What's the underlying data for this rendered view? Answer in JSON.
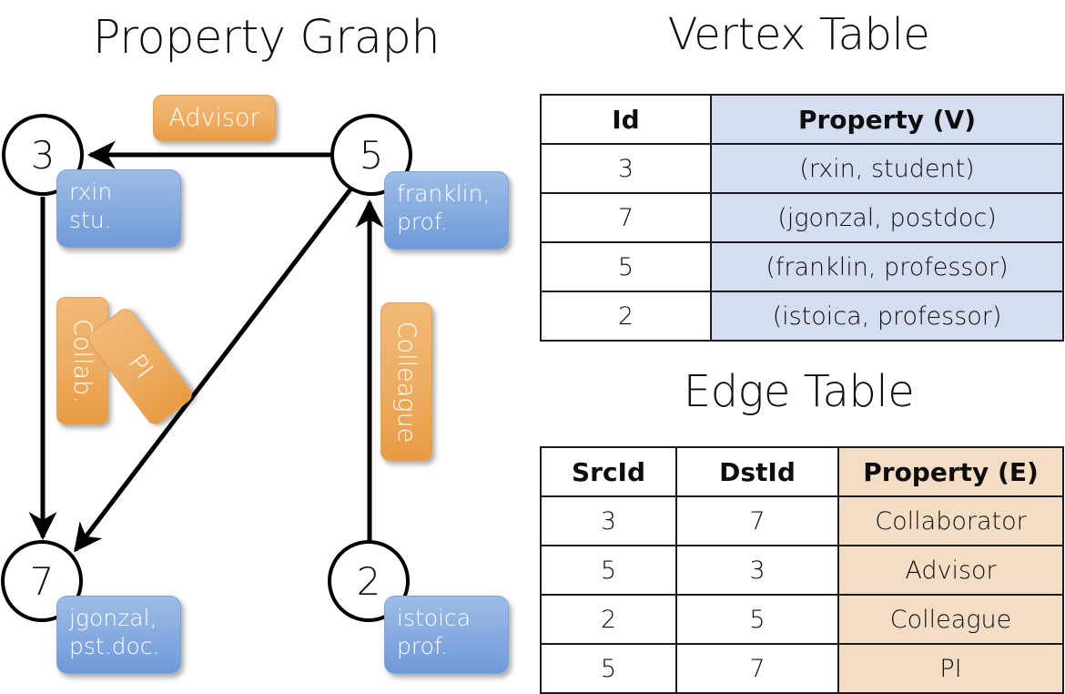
{
  "titles": {
    "property_graph": "Property Graph",
    "vertex_table": "Vertex Table",
    "edge_table": "Edge Table"
  },
  "colors": {
    "vertex_property_fill": "#d4def0",
    "edge_property_fill": "#f3ddc4",
    "vertex_box_fill": "#89ade0",
    "edge_label_fill": "#eeae64",
    "node_stroke": "#000000",
    "arrow_stroke": "#000000"
  },
  "graph": {
    "nodes": [
      {
        "id": "3",
        "property_line1": "rxin",
        "property_line2": "stu."
      },
      {
        "id": "5",
        "property_line1": "franklin,",
        "property_line2": "prof."
      },
      {
        "id": "7",
        "property_line1": "jgonzal,",
        "property_line2": "pst.doc."
      },
      {
        "id": "2",
        "property_line1": "istoica",
        "property_line2": "prof."
      }
    ],
    "edge_labels": [
      {
        "name": "advisor",
        "text": "Advisor",
        "orientation": "horizontal"
      },
      {
        "name": "collaborator",
        "text": "Collab.",
        "orientation": "vertical"
      },
      {
        "name": "pi",
        "text": "PI",
        "orientation": "diagonal"
      },
      {
        "name": "colleague",
        "text": "Colleague",
        "orientation": "vertical"
      }
    ],
    "edges": [
      {
        "src": "5",
        "dst": "3",
        "label": "Advisor"
      },
      {
        "src": "3",
        "dst": "7",
        "label": "Collab."
      },
      {
        "src": "5",
        "dst": "7",
        "label": "PI"
      },
      {
        "src": "2",
        "dst": "5",
        "label": "Colleague"
      }
    ]
  },
  "vertex_table": {
    "headers": [
      "Id",
      "Property (V)"
    ],
    "rows": [
      {
        "id": "3",
        "property": "(rxin, student)"
      },
      {
        "id": "7",
        "property": "(jgonzal, postdoc)"
      },
      {
        "id": "5",
        "property": "(franklin, professor)"
      },
      {
        "id": "2",
        "property": "(istoica, professor)"
      }
    ]
  },
  "edge_table": {
    "headers": [
      "SrcId",
      "DstId",
      "Property (E)"
    ],
    "rows": [
      {
        "src": "3",
        "dst": "7",
        "property": "Collaborator"
      },
      {
        "src": "5",
        "dst": "3",
        "property": "Advisor"
      },
      {
        "src": "2",
        "dst": "5",
        "property": "Colleague"
      },
      {
        "src": "5",
        "dst": "7",
        "property": "PI"
      }
    ]
  }
}
